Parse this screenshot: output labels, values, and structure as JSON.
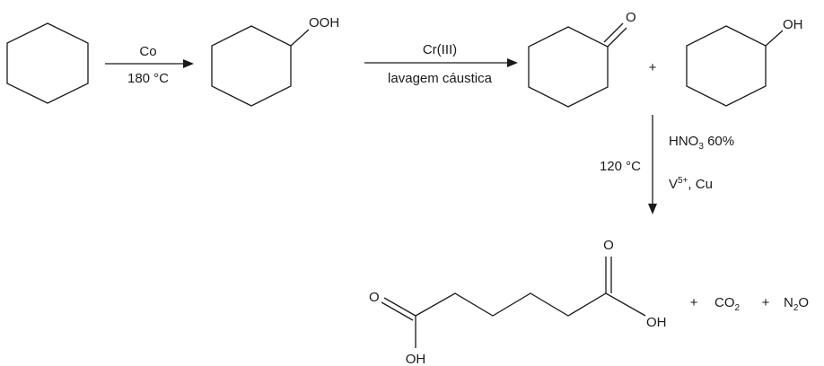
{
  "reaction": {
    "step1": {
      "reagent": "Co",
      "condition": "180 °C"
    },
    "step2": {
      "reagent": "Cr(III)",
      "condition": "lavagem cáustica"
    },
    "step3": {
      "reagent_hno3": "HNO",
      "reagent_hno3_sub": "3",
      "reagent_hno3_rest": " 60%",
      "temperature": "120 °C",
      "catalyst_v": "V",
      "catalyst_v_sup": "5+",
      "catalyst_rest": ", Cu"
    },
    "hydroperoxide_label": "OOH",
    "ketone_o_label": "O",
    "plus_sign": "+",
    "alcohol_label": "OH",
    "adipic": {
      "o_top": "O",
      "o_left": "O",
      "oh_right": "OH",
      "oh_bottom": "OH"
    },
    "byproducts": {
      "plus1": "+",
      "co": "CO",
      "co_sub": "2",
      "plus2": "+",
      "n": "N",
      "n_sub": "2",
      "o": "O"
    }
  }
}
